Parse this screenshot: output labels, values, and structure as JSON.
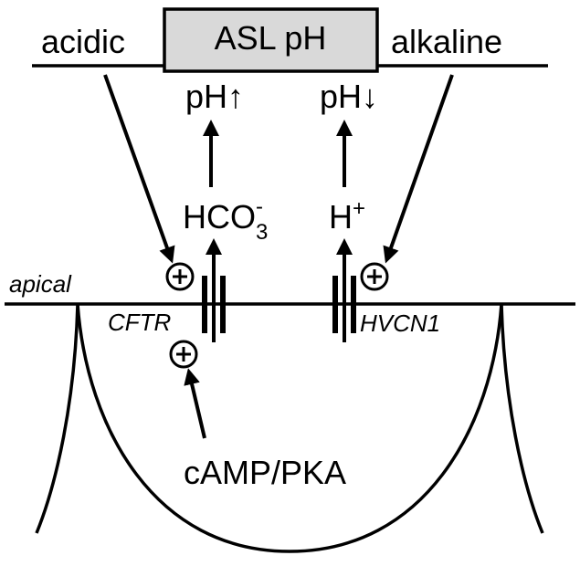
{
  "title_box": {
    "label": "ASL pH",
    "fill": "#d9d9d9"
  },
  "left_label": "acidic",
  "right_label": "alkaline",
  "ph_up": "pH↑",
  "ph_down": "pH↓",
  "bicarbonate": {
    "base": "HCO",
    "sub": "3",
    "sup": "-"
  },
  "proton": {
    "base": "H",
    "sup": "+"
  },
  "apical_label": "apical",
  "cftr_label": "CFTR",
  "hvcn1_label": "HVCN1",
  "camp_label": "cAMP/PKA",
  "colors": {
    "stroke": "#000000",
    "background": "#ffffff"
  }
}
